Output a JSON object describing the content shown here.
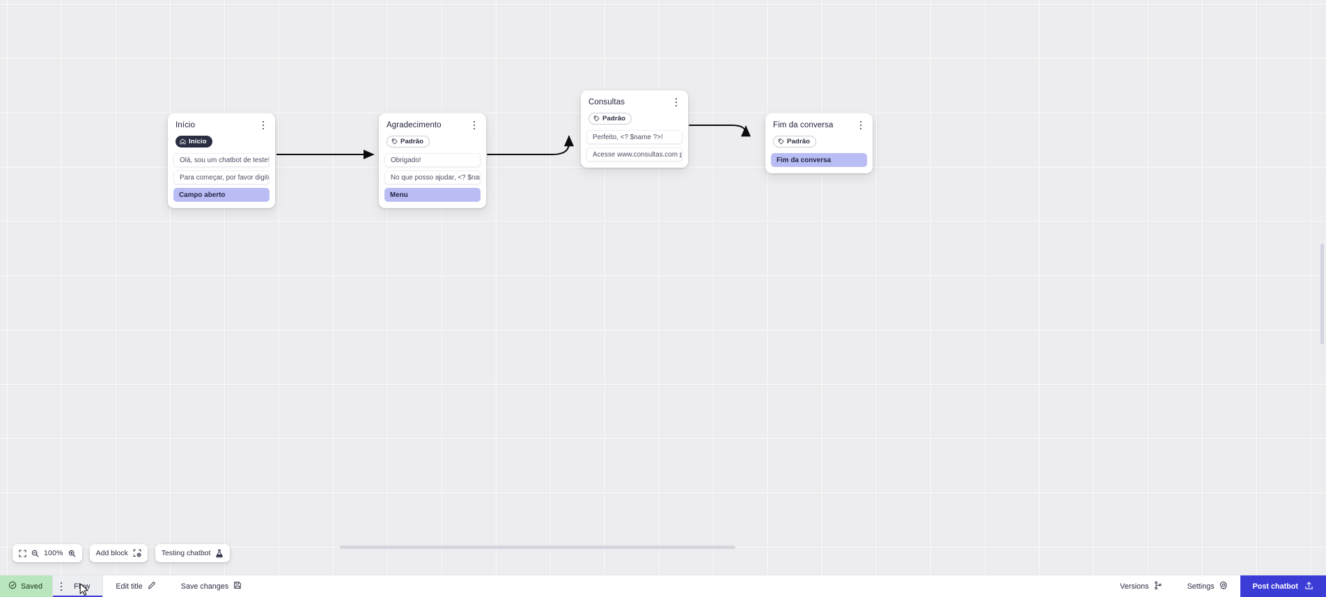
{
  "app": {
    "zoom_level": "100%",
    "canvas_grid": true,
    "accent_color": "#3b3bd6",
    "action_row_color": "#b9bdf4",
    "saved_badge_color": "#b9e6bc"
  },
  "nodes": [
    {
      "id": "inicio",
      "title": "Início",
      "badge": {
        "label": "Início",
        "style": "dark",
        "icon": "home-icon"
      },
      "rows": [
        {
          "text": "Olá, sou um chatbot de teste!",
          "type": "message"
        },
        {
          "text": "Para começar, por favor digite o ...",
          "type": "message"
        },
        {
          "text": "Campo aberto",
          "type": "action"
        }
      ]
    },
    {
      "id": "agradecimento",
      "title": "Agradecimento",
      "badge": {
        "label": "Padrão",
        "style": "outline",
        "icon": "tag-icon"
      },
      "rows": [
        {
          "text": "Obrigado!",
          "type": "message"
        },
        {
          "text": "No que posso ajudar, <? $name ...",
          "type": "message"
        },
        {
          "text": "Menu",
          "type": "action"
        }
      ]
    },
    {
      "id": "consultas",
      "title": "Consultas",
      "badge": {
        "label": "Padrão",
        "style": "outline",
        "icon": "tag-icon"
      },
      "rows": [
        {
          "text": "Perfeito, <? $name ?>!",
          "type": "message"
        },
        {
          "text": "Acesse www.consultas.com par...",
          "type": "message"
        }
      ]
    },
    {
      "id": "fim",
      "title": "Fim da conversa",
      "badge": {
        "label": "Padrão",
        "style": "outline",
        "icon": "tag-icon"
      },
      "rows": [
        {
          "text": "Fim da conversa",
          "type": "action"
        }
      ]
    }
  ],
  "toolbar": {
    "fit_icon": "fit-screen-icon",
    "zoom_out_icon": "zoom-out-icon",
    "zoom_in_icon": "zoom-in-icon",
    "zoom_value": "100%",
    "add_block_label": "Add block",
    "add_block_icon": "add-block-icon",
    "testing_label": "Testing chatbot",
    "testing_icon": "flask-icon"
  },
  "bottombar": {
    "saved_label": "Saved",
    "saved_icon": "check-circle-icon",
    "flow_label": "Flow",
    "flow_kebab_icon": "kebab-menu-icon",
    "edit_title_label": "Edit title",
    "edit_title_icon": "pencil-icon",
    "save_changes_label": "Save changes",
    "save_changes_icon": "floppy-disk-icon",
    "versions_label": "Versions",
    "versions_icon": "branch-icon",
    "settings_label": "Settings",
    "settings_icon": "gear-icon",
    "post_label": "Post chatbot",
    "post_icon": "upload-icon"
  }
}
